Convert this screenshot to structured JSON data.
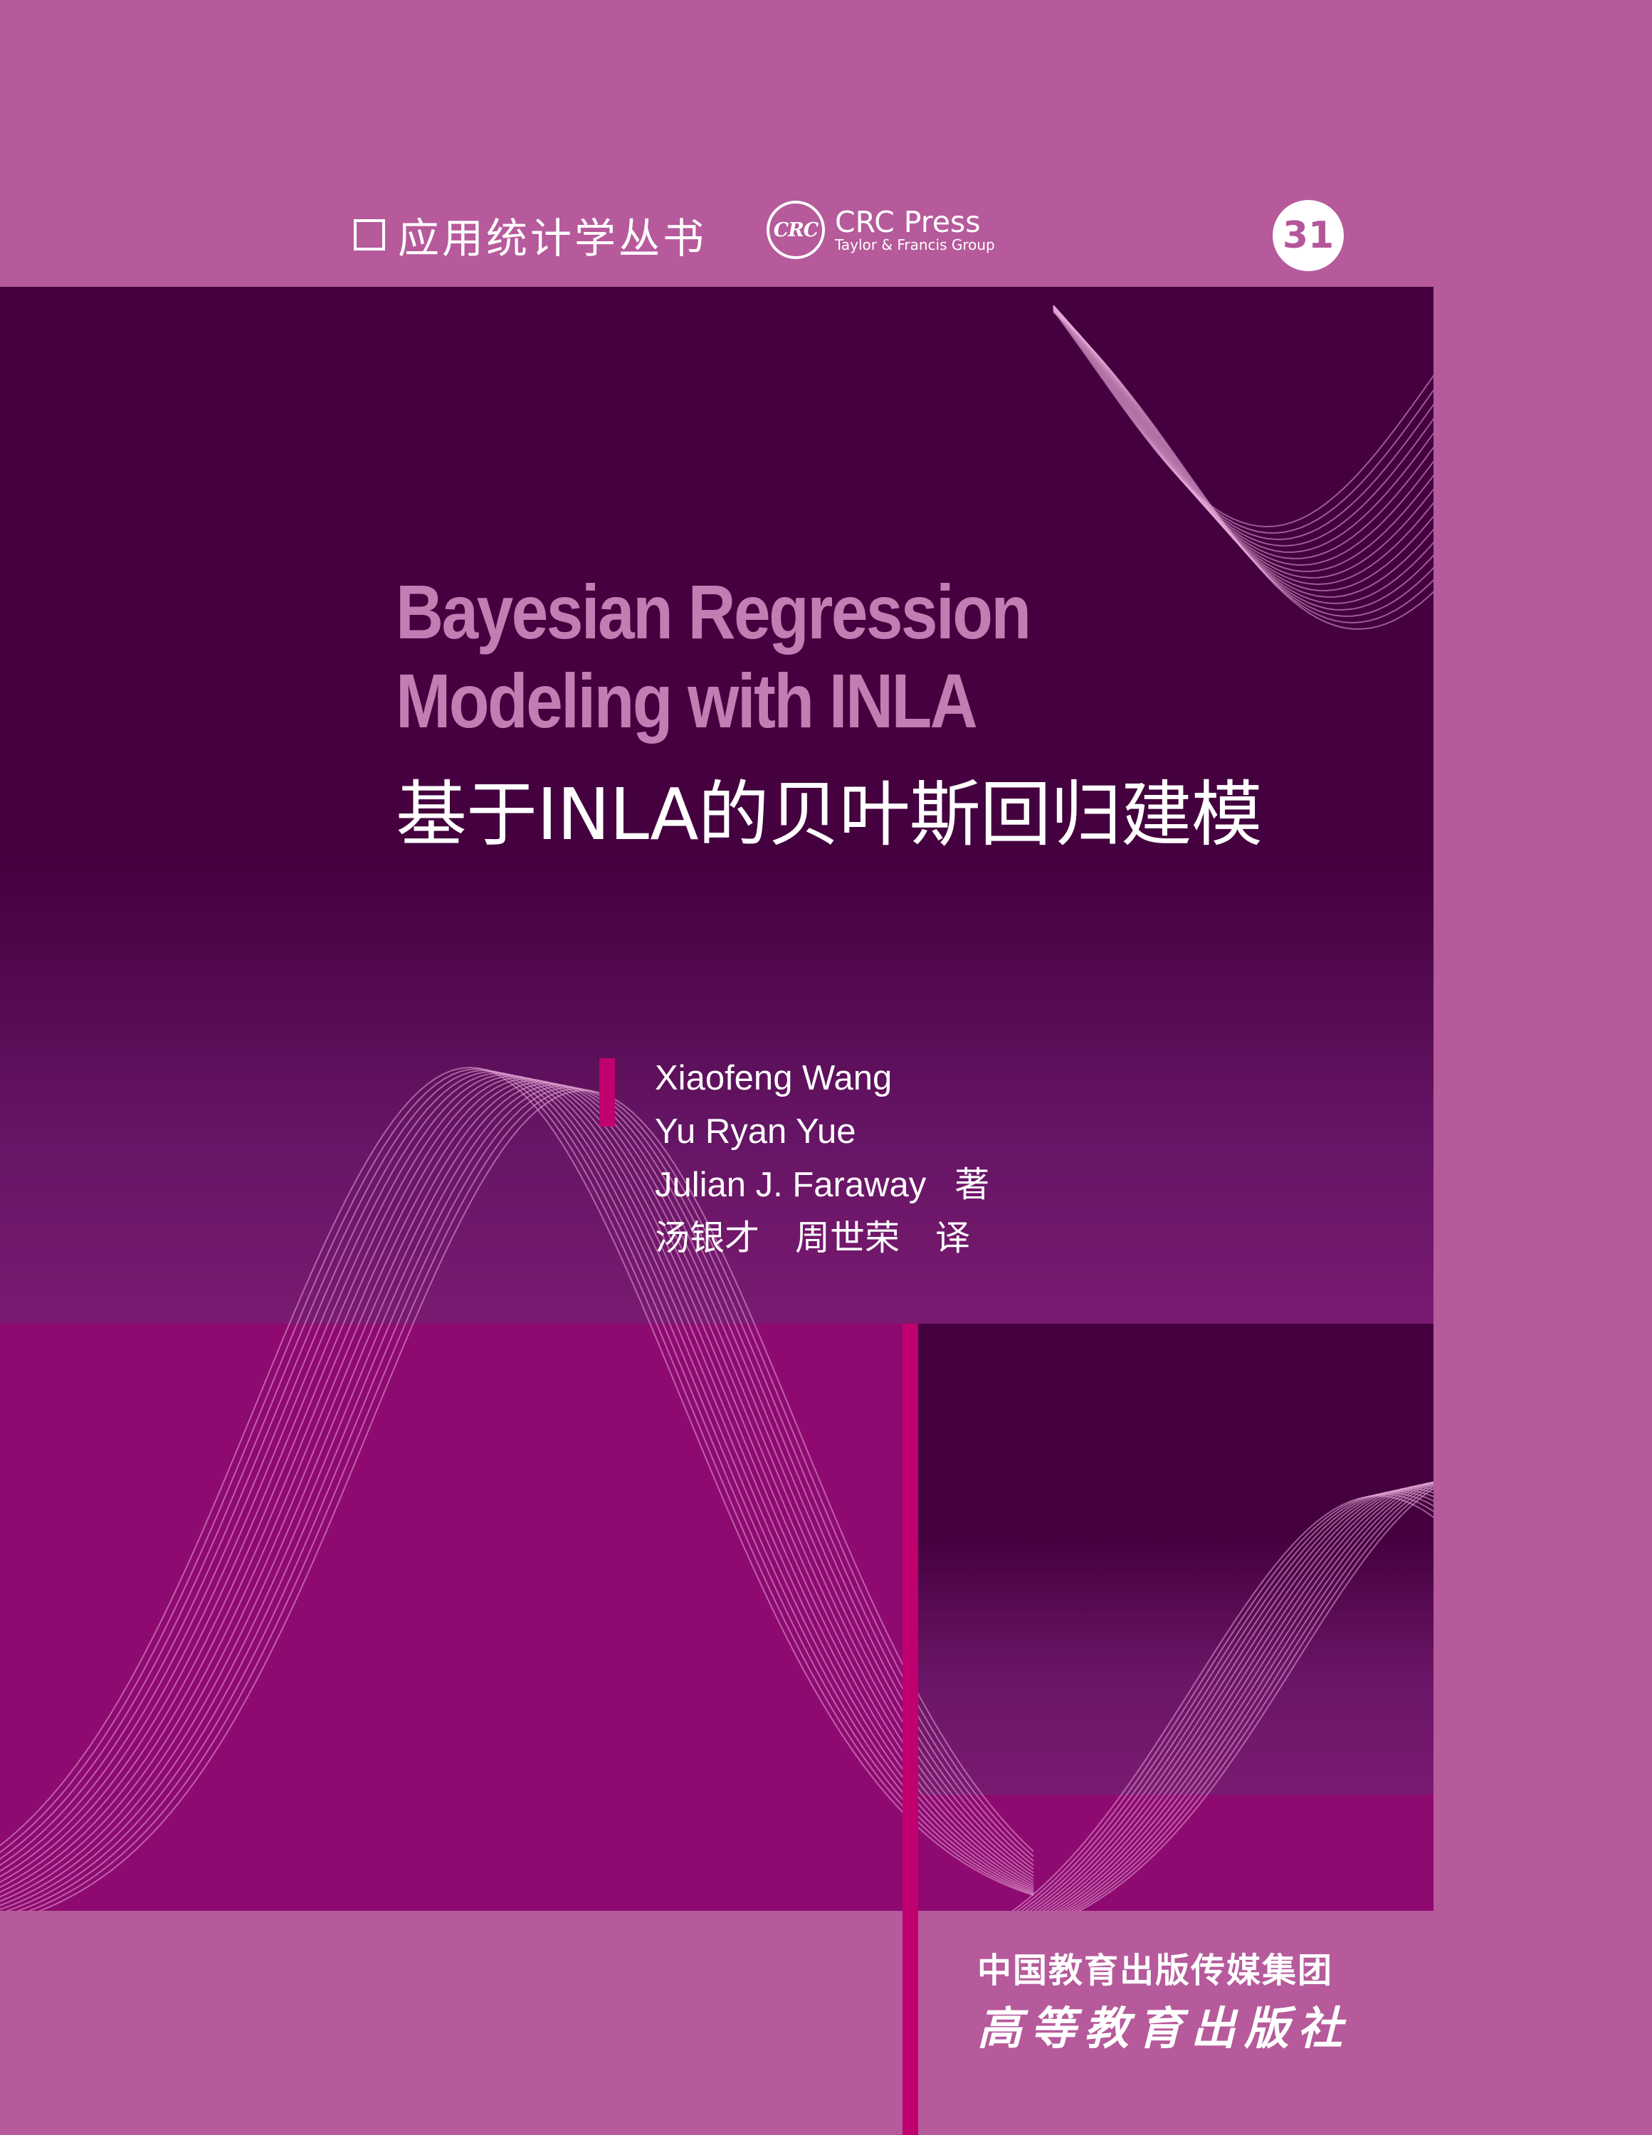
{
  "series": {
    "box_icon": "square-outline-icon",
    "label": "应用统计学丛书"
  },
  "crc": {
    "logo_icon": "crc-circle-logo-icon",
    "badge_text": "CRC",
    "name": "CRC Press",
    "sub": "Taylor & Francis Group"
  },
  "volume_number": "31",
  "title_en": {
    "line1": "Bayesian Regression",
    "line2": "Modeling with INLA"
  },
  "title_cn": "基于INLA的贝叶斯回归建模",
  "authors": [
    {
      "name": "Xiaofeng Wang"
    },
    {
      "name": "Yu Ryan Yue"
    },
    {
      "name": "Julian J. Faraway",
      "role": "著"
    }
  ],
  "translators": {
    "names": [
      "汤银才",
      "周世荣"
    ],
    "role": "译"
  },
  "publisher": {
    "group": "中国教育出版传媒集团",
    "name": "高等教育出版社"
  },
  "colors": {
    "background": "#b65a9b",
    "dark_purple": "#44003f",
    "magenta_panel": "#8e0a70",
    "accent_bar": "#c0006e",
    "title_en": "#c27db3"
  }
}
